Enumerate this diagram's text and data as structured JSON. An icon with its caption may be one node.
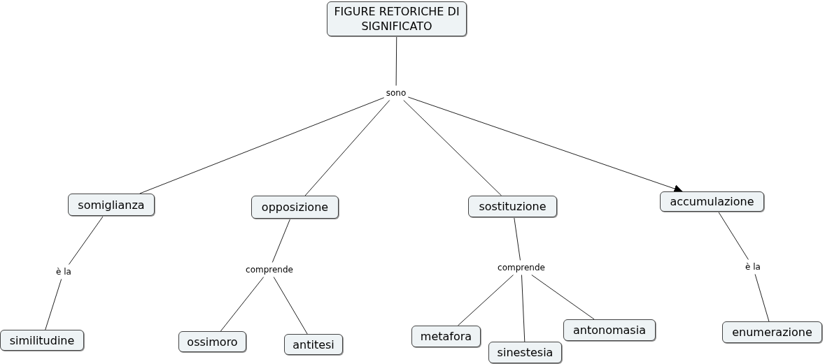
{
  "diagram": {
    "nodes": [
      {
        "text": [
          "FIGURE RETORICHE DI SIGNIFICATO"
        ]
      },
      {
        "text": [
          "sono"
        ]
      },
      {
        "text": [
          "somiglianza"
        ]
      },
      {
        "text": [
          "opposizione"
        ]
      },
      {
        "text": [
          "sostituzione"
        ]
      },
      {
        "text": [
          "accumulazione"
        ]
      },
      {
        "text": [
          "è la"
        ]
      },
      {
        "text": [
          "comprende"
        ]
      },
      {
        "text": [
          "comprende"
        ]
      },
      {
        "text": [
          "è la"
        ]
      },
      {
        "text": [
          "similitudine"
        ]
      },
      {
        "text": [
          "ossimoro"
        ]
      },
      {
        "text": [
          "antitesi"
        ]
      },
      {
        "text": [
          "metafora"
        ]
      },
      {
        "text": [
          "sinestesia"
        ]
      },
      {
        "text": [
          "antonomasia"
        ]
      },
      {
        "text": [
          "enumerazione"
        ]
      }
    ],
    "edges": [
      {
        "from": 0,
        "to": 1,
        "arrow": "none"
      },
      {
        "from": 1,
        "to": 2,
        "arrow": "none"
      },
      {
        "from": 1,
        "to": 3,
        "arrow": "none"
      },
      {
        "from": 1,
        "to": 4,
        "arrow": "none"
      },
      {
        "from": 1,
        "to": 5,
        "arrow": "to"
      },
      {
        "from": 2,
        "to": 6,
        "arrow": "none"
      },
      {
        "from": 6,
        "to": 10,
        "arrow": "none"
      },
      {
        "from": 3,
        "to": 7,
        "arrow": "none"
      },
      {
        "from": 7,
        "to": 11,
        "arrow": "none"
      },
      {
        "from": 7,
        "to": 12,
        "arrow": "none"
      },
      {
        "from": 4,
        "to": 8,
        "arrow": "none"
      },
      {
        "from": 8,
        "to": 13,
        "arrow": "none"
      },
      {
        "from": 8,
        "to": 14,
        "arrow": "none"
      },
      {
        "from": 8,
        "to": 15,
        "arrow": "none"
      },
      {
        "from": 5,
        "to": 9,
        "arrow": "none"
      },
      {
        "from": 9,
        "to": 16,
        "arrow": "none"
      }
    ]
  }
}
